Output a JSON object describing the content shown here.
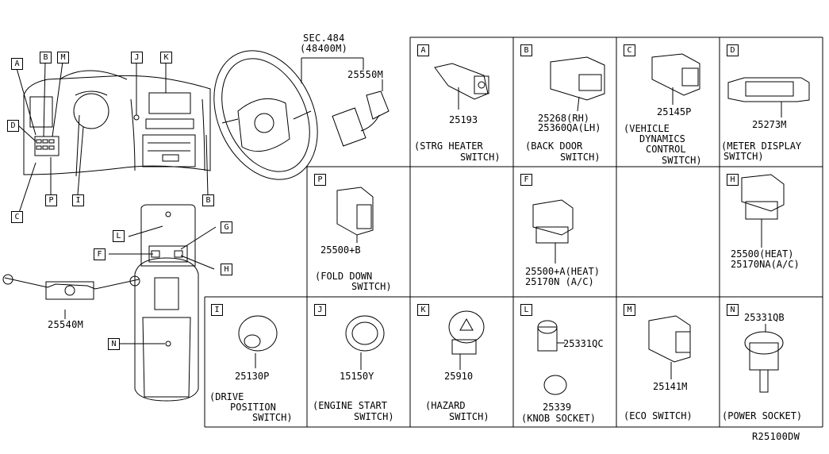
{
  "diagram_code": "R25100DW",
  "section_ref": {
    "line1": "SEC.484",
    "line2": "(48400M)"
  },
  "overview": {
    "callouts": [
      "A",
      "B",
      "M",
      "D",
      "C",
      "P",
      "I",
      "J",
      "K",
      "B",
      "L",
      "G",
      "F",
      "H",
      "N"
    ],
    "part_labels": {
      "steering_switch": "25550M",
      "combination_switch": "25540M"
    }
  },
  "cells": [
    {
      "letter": "A",
      "parts": [
        "25193"
      ],
      "desc": [
        "(STRG HEATER",
        "SWITCH)"
      ]
    },
    {
      "letter": "B",
      "parts": [
        "25268(RH)",
        "25360QA(LH)"
      ],
      "desc": [
        "(BACK DOOR",
        "SWITCH)"
      ]
    },
    {
      "letter": "C",
      "parts": [
        "25145P"
      ],
      "desc": [
        "(VEHICLE",
        "DYNAMICS",
        "CONTROL",
        "SWITCH)"
      ]
    },
    {
      "letter": "D",
      "parts": [
        "25273M"
      ],
      "desc": [
        "(METER DISPLAY",
        "SWITCH)"
      ]
    },
    {
      "letter": "P",
      "parts": [
        "25500+B"
      ],
      "desc": [
        "(FOLD DOWN",
        "SWITCH)"
      ]
    },
    {
      "letter": "F",
      "parts": [
        "25500+A(HEAT)",
        "25170N (A/C)"
      ],
      "desc": []
    },
    {
      "letter": "H",
      "parts": [
        "25500(HEAT)",
        "25170NA(A/C)"
      ],
      "desc": []
    },
    {
      "letter": "I",
      "parts": [
        "25130P"
      ],
      "desc": [
        "(DRIVE",
        "POSITION",
        "SWITCH)"
      ]
    },
    {
      "letter": "J",
      "parts": [
        "15150Y"
      ],
      "desc": [
        "(ENGINE START",
        "SWITCH)"
      ]
    },
    {
      "letter": "K",
      "parts": [
        "25910"
      ],
      "desc": [
        "(HAZARD",
        "SWITCH)"
      ]
    },
    {
      "letter": "L",
      "parts": [
        "25331QC",
        "25339"
      ],
      "desc": [
        "(KNOB SOCKET)"
      ]
    },
    {
      "letter": "M",
      "parts": [
        "25141M"
      ],
      "desc": [
        "(ECO SWITCH)"
      ]
    },
    {
      "letter": "N",
      "parts": [
        "25331QB"
      ],
      "desc": [
        "(POWER SOCKET)"
      ]
    }
  ]
}
